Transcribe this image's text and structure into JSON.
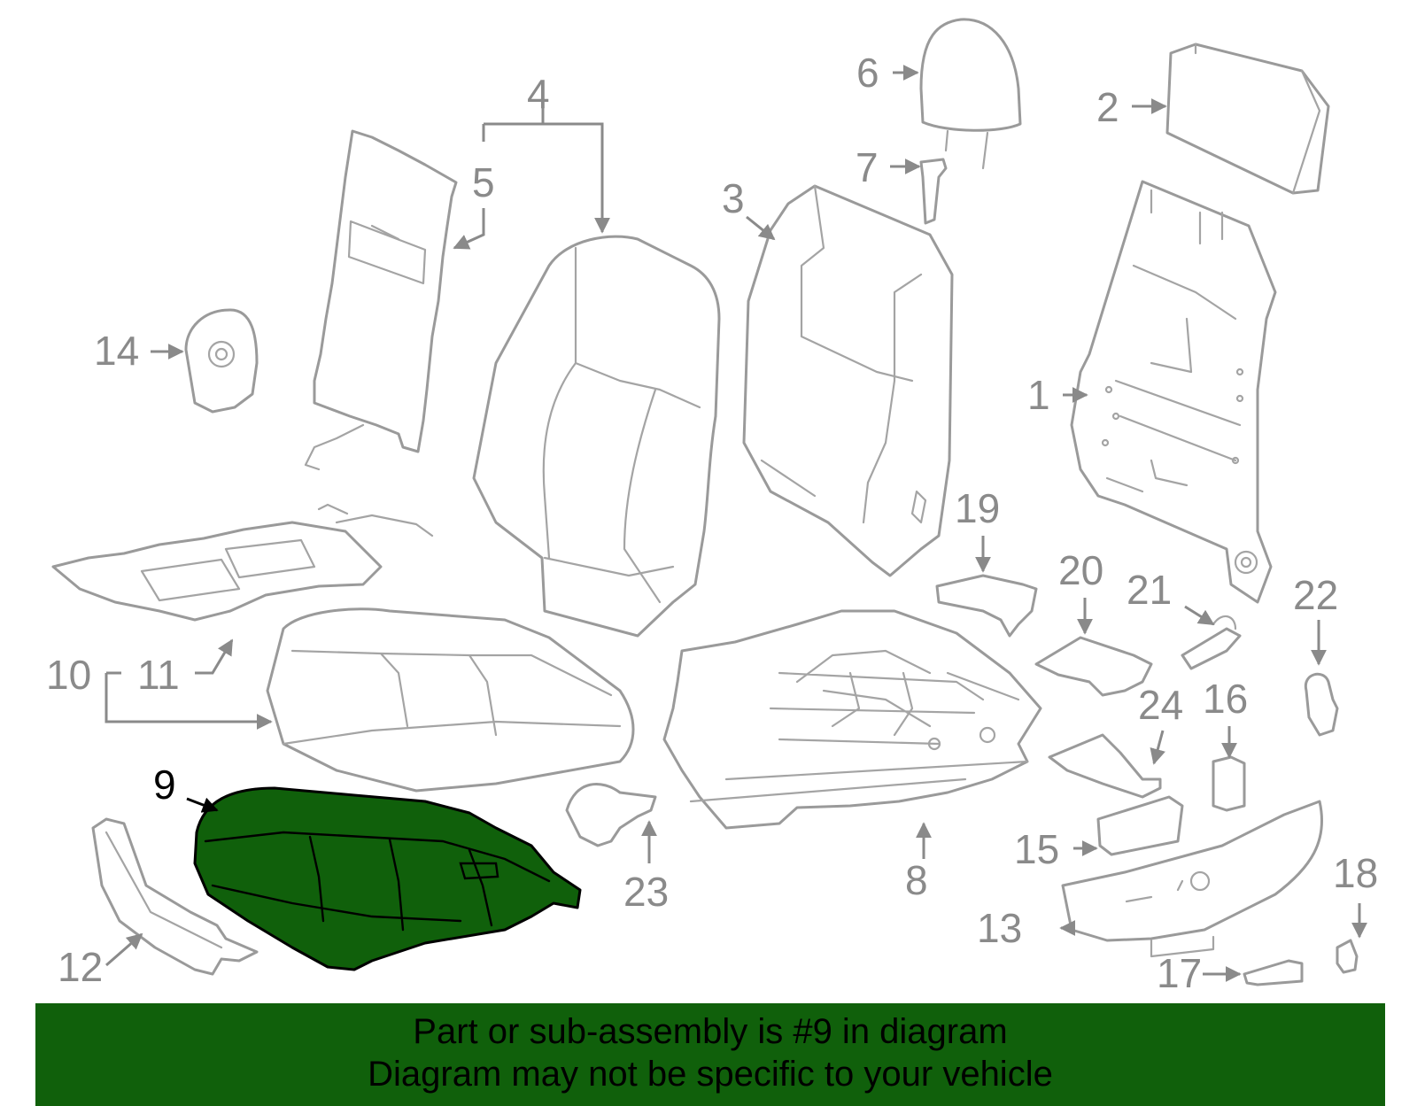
{
  "colors": {
    "highlight": "#10600b",
    "line": "#9a9a9a",
    "label": "#8a8a8a",
    "selected_label": "#000000"
  },
  "callouts": {
    "c1": "1",
    "c2": "2",
    "c3": "3",
    "c4": "4",
    "c5": "5",
    "c6": "6",
    "c7": "7",
    "c8": "8",
    "c9": "9",
    "c10": "10",
    "c11": "11",
    "c12": "12",
    "c13": "13",
    "c14": "14",
    "c15": "15",
    "c16": "16",
    "c17": "17",
    "c18": "18",
    "c19": "19",
    "c20": "20",
    "c21": "21",
    "c22": "22",
    "c23": "23",
    "c24": "24"
  },
  "highlighted_part": "9",
  "banner": {
    "line1": "Part or sub-assembly is #9 in diagram",
    "line2": "Diagram may not be specific to your vehicle"
  }
}
